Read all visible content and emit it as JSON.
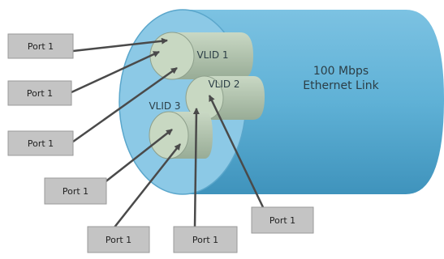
{
  "link": {
    "label_line1": "100 Mbps",
    "label_line2": "Ethernet Link",
    "body_color": "#5fb1d6",
    "face_color": "#8cc9e6"
  },
  "vlans": [
    {
      "label": "VLID 1"
    },
    {
      "label": "VLID 2"
    },
    {
      "label": "VLID 3"
    }
  ],
  "ports": [
    {
      "label": "Port 1",
      "vlan": "VLID 1"
    },
    {
      "label": "Port 1",
      "vlan": "VLID 1"
    },
    {
      "label": "Port 1",
      "vlan": "VLID 1"
    },
    {
      "label": "Port 1",
      "vlan": "VLID 3"
    },
    {
      "label": "Port 1",
      "vlan": "VLID 3"
    },
    {
      "label": "Port 1",
      "vlan": "VLID 2"
    },
    {
      "label": "Port 1",
      "vlan": "VLID 2"
    }
  ],
  "colors": {
    "tube": "#b5c8b2",
    "tube_face": "#c8d8c2",
    "port_box": "#c4c4c4",
    "arrow": "#4a4a4a"
  }
}
